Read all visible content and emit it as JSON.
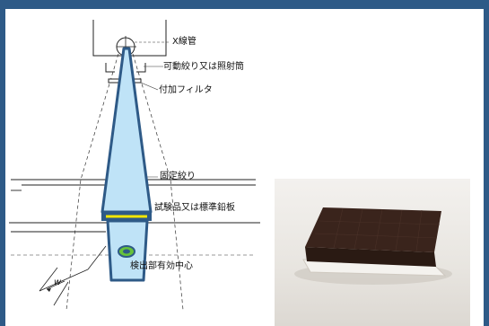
{
  "labels": {
    "xray_tube": "X線管",
    "collimator": "可動絞り又は照射筒",
    "filter": "付加フィルタ",
    "fixed_aperture": "固定絞り",
    "sample": "試験品又は標準鉛板",
    "detector_center": "検出部有効中心",
    "width_symbol": "w"
  },
  "colors": {
    "frame": "#2e5a87",
    "beam_fill": "#bfe3f7",
    "beam_stroke": "#2e5a87",
    "sample_bar": "#f2e600",
    "detector_dot": "#66c23a",
    "sample_block": "#3a241c"
  }
}
